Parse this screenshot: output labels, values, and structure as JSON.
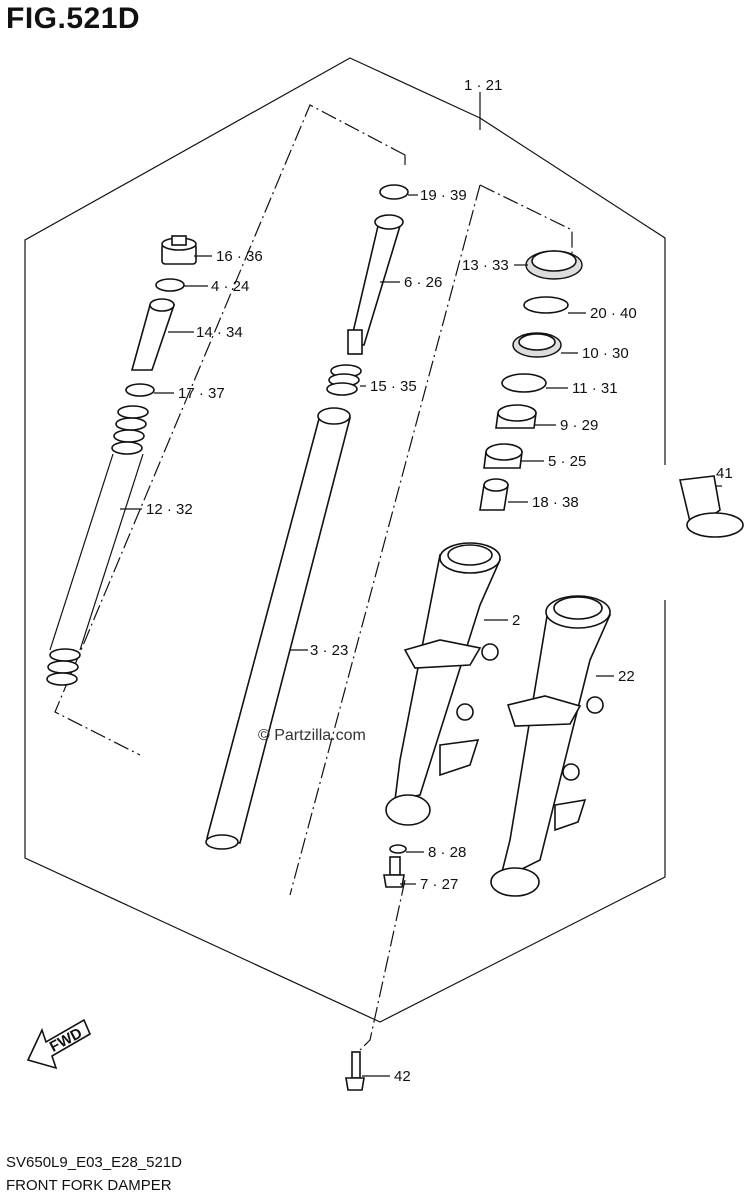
{
  "figure": {
    "title": "FIG.521D",
    "code": "SV650L9_E03_E28_521D",
    "caption": "FRONT FORK DAMPER"
  },
  "watermark": "© Partzilla.com",
  "fwd_label": "FWD",
  "callouts": {
    "c1": "1 · 21",
    "c2": "2",
    "c3": "3 · 23",
    "c4": "4 · 24",
    "c5": "5 · 25",
    "c6": "6 · 26",
    "c7": "7 · 27",
    "c8": "8 · 28",
    "c9": "9 · 29",
    "c10": "10 · 30",
    "c11": "11 · 31",
    "c12": "12 · 32",
    "c13": "13 · 33",
    "c14": "14 · 34",
    "c15": "15 · 35",
    "c16": "16 · 36",
    "c17": "17 · 37",
    "c18": "18 · 38",
    "c19": "19 · 39",
    "c20": "20 · 40",
    "c22": "22",
    "c41": "41",
    "c42": "42"
  }
}
